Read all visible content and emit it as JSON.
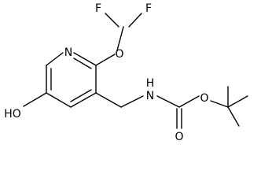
{
  "molecule": {
    "atoms": {
      "fluorine_left": "F",
      "fluorine_right": "F",
      "ether_oxygen": "O",
      "ring_nitrogen": "N",
      "hydroxyl": "HO",
      "amide_nitrogen": "N",
      "amide_hydrogen": "H",
      "ester_oxygen": "O",
      "carbonyl_oxygen": "O"
    },
    "colors": {
      "ink": "#000000",
      "background": "#ffffff"
    }
  }
}
